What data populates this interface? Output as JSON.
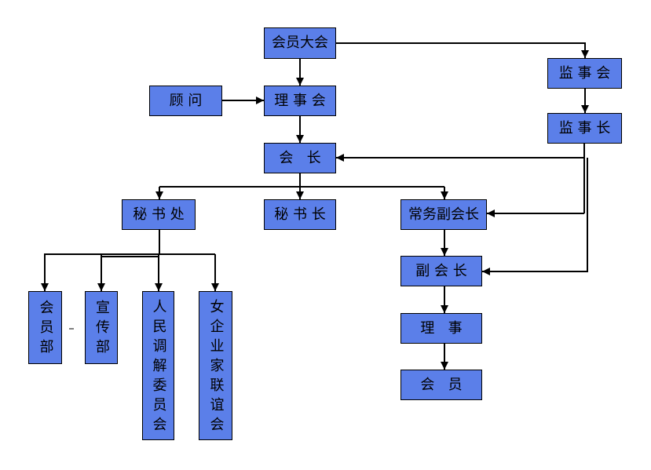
{
  "nodes": {
    "general_assembly": "会员大会",
    "advisor": "顾 问",
    "council": "理 事 会",
    "supervisory_board": "监 事 会",
    "chief_supervisor": "监 事 长",
    "president": "会   长",
    "secretariat": "秘 书 处",
    "secretary_general": "秘 书 长",
    "executive_vice_president": "常务副会长",
    "vice_president": "副 会 长",
    "director": "理   事",
    "member": "会   员",
    "membership_department": "会员部",
    "publicity_department": "宣传部",
    "mediation_committee": "人民调解委员会",
    "women_entrepreneurs_association": "女企业家联谊会"
  },
  "colors": {
    "box_fill": "#5b7fe9",
    "box_border": "#000000",
    "connector": "#000000",
    "text": "#000000"
  }
}
